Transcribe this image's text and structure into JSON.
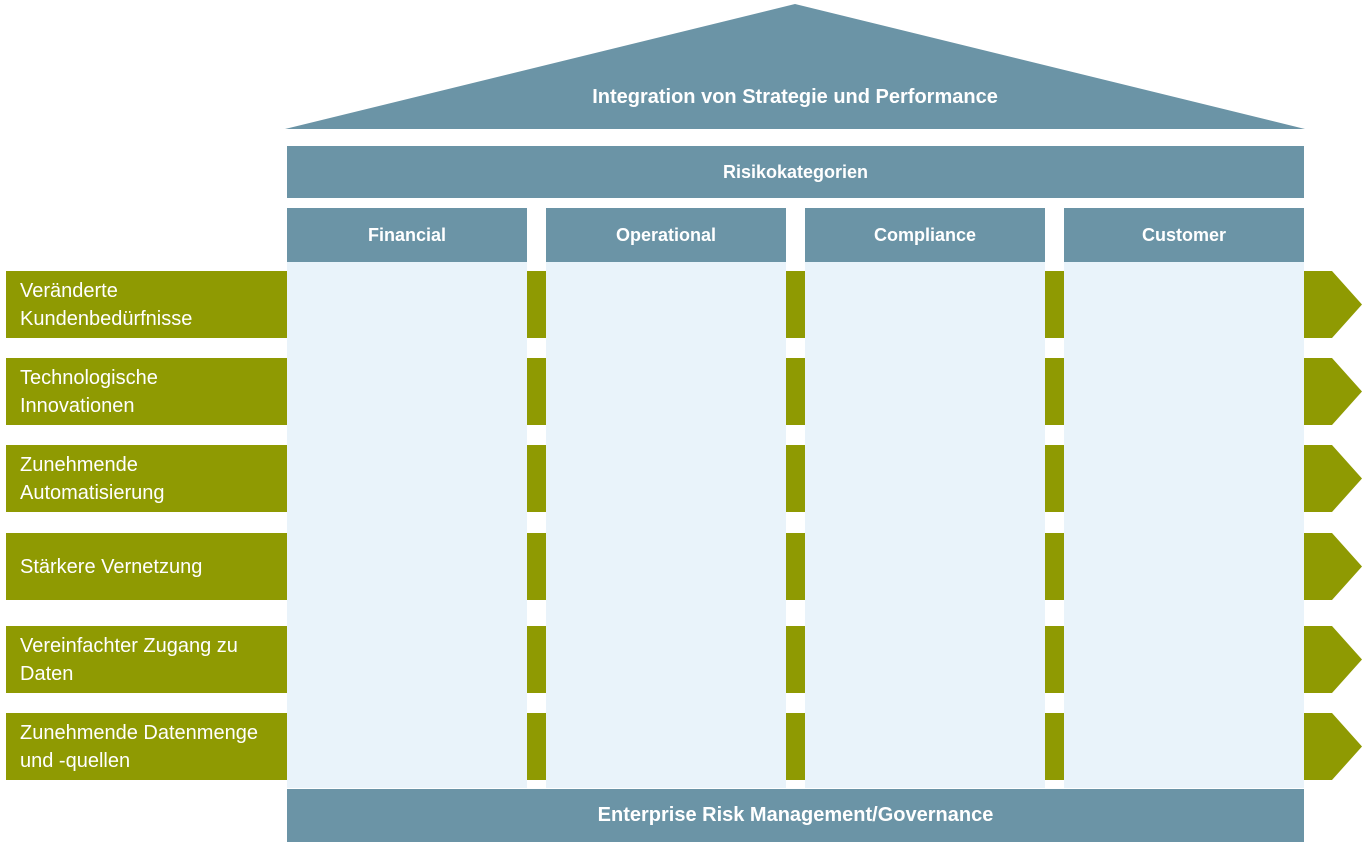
{
  "colors": {
    "roof_blue": "#6B94A6",
    "pillar_fill": "#E9F3FA",
    "driver_olive": "#8F9A02",
    "text": "#FFFFFF"
  },
  "roof": {
    "label": "Integration von Strategie und Performance"
  },
  "risk_categories_bar": {
    "label": "Risikokategorien"
  },
  "pillars": [
    {
      "label": "Financial"
    },
    {
      "label": "Operational"
    },
    {
      "label": "Compliance"
    },
    {
      "label": "Customer"
    }
  ],
  "drivers": [
    {
      "label": "Veränderte Kundenbedürfnisse"
    },
    {
      "label": "Technologische Innovationen"
    },
    {
      "label": "Zunehmende Automatisierung"
    },
    {
      "label": "Stärkere Vernetzung"
    },
    {
      "label": "Vereinfachter Zugang zu Daten"
    },
    {
      "label": "Zunehmende Datenmenge und -quellen"
    }
  ],
  "foundation": {
    "label": "Enterprise Risk Management/Governance"
  }
}
